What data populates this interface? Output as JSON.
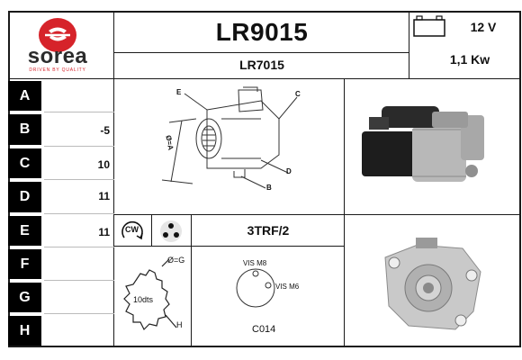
{
  "brand": {
    "name": "sorea",
    "tagline": "DRIVEN BY QUALITY",
    "colors": {
      "red": "#d6232a",
      "dark": "#2b2b2b"
    }
  },
  "header": {
    "part_number": "LR9015",
    "alt_part_number": "LR7015",
    "voltage": "12 V",
    "power": "1,1 Kw",
    "battery_icon": "battery-icon"
  },
  "rows": [
    {
      "letter": "A",
      "value": ""
    },
    {
      "letter": "B",
      "value": "-5"
    },
    {
      "letter": "C",
      "value": "10"
    },
    {
      "letter": "D",
      "value": "11"
    },
    {
      "letter": "E",
      "value": "11"
    },
    {
      "letter": "F",
      "value": ""
    },
    {
      "letter": "G",
      "value": ""
    },
    {
      "letter": "H",
      "value": ""
    }
  ],
  "diagram_labels": {
    "e": "E",
    "c": "C",
    "a": "Ø=A",
    "d": "D",
    "b": "B"
  },
  "rotation": {
    "direction": "CW",
    "icon": "clockwise-arrow-icon"
  },
  "mount": {
    "code": "3TRF/2",
    "vis_m8": "VIS M8",
    "vis_m6": "VIS M6",
    "connector_code": "C014"
  },
  "pinion": {
    "diameter_label": "Ø=G",
    "teeth": "10dts",
    "h_label": "H"
  }
}
